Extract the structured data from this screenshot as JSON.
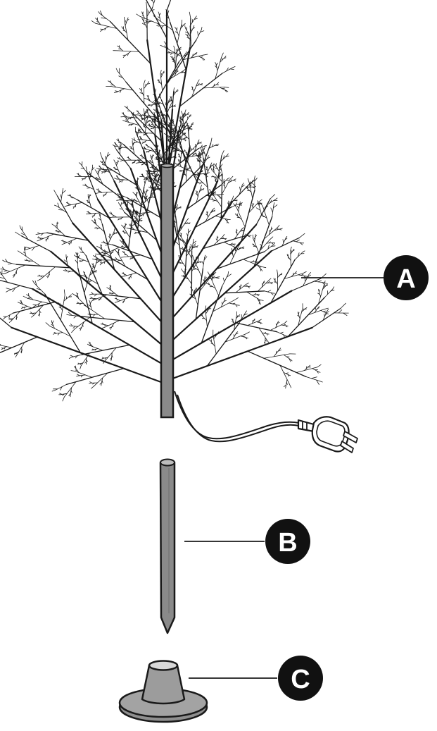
{
  "callouts": [
    {
      "id": "A",
      "label": "A",
      "part": "tree-top"
    },
    {
      "id": "B",
      "label": "B",
      "part": "ground-stake"
    },
    {
      "id": "C",
      "label": "C",
      "part": "base-stand"
    }
  ],
  "colors": {
    "line": "#1a1a1a",
    "callout_fill": "#111111",
    "callout_text": "#ffffff",
    "pole_fill": "#8a8a8a",
    "base_fill": "#a3a3a3",
    "base_top_fill": "#d8d8d8",
    "background": "#ffffff"
  },
  "icons": [
    "power-plug-icon"
  ]
}
